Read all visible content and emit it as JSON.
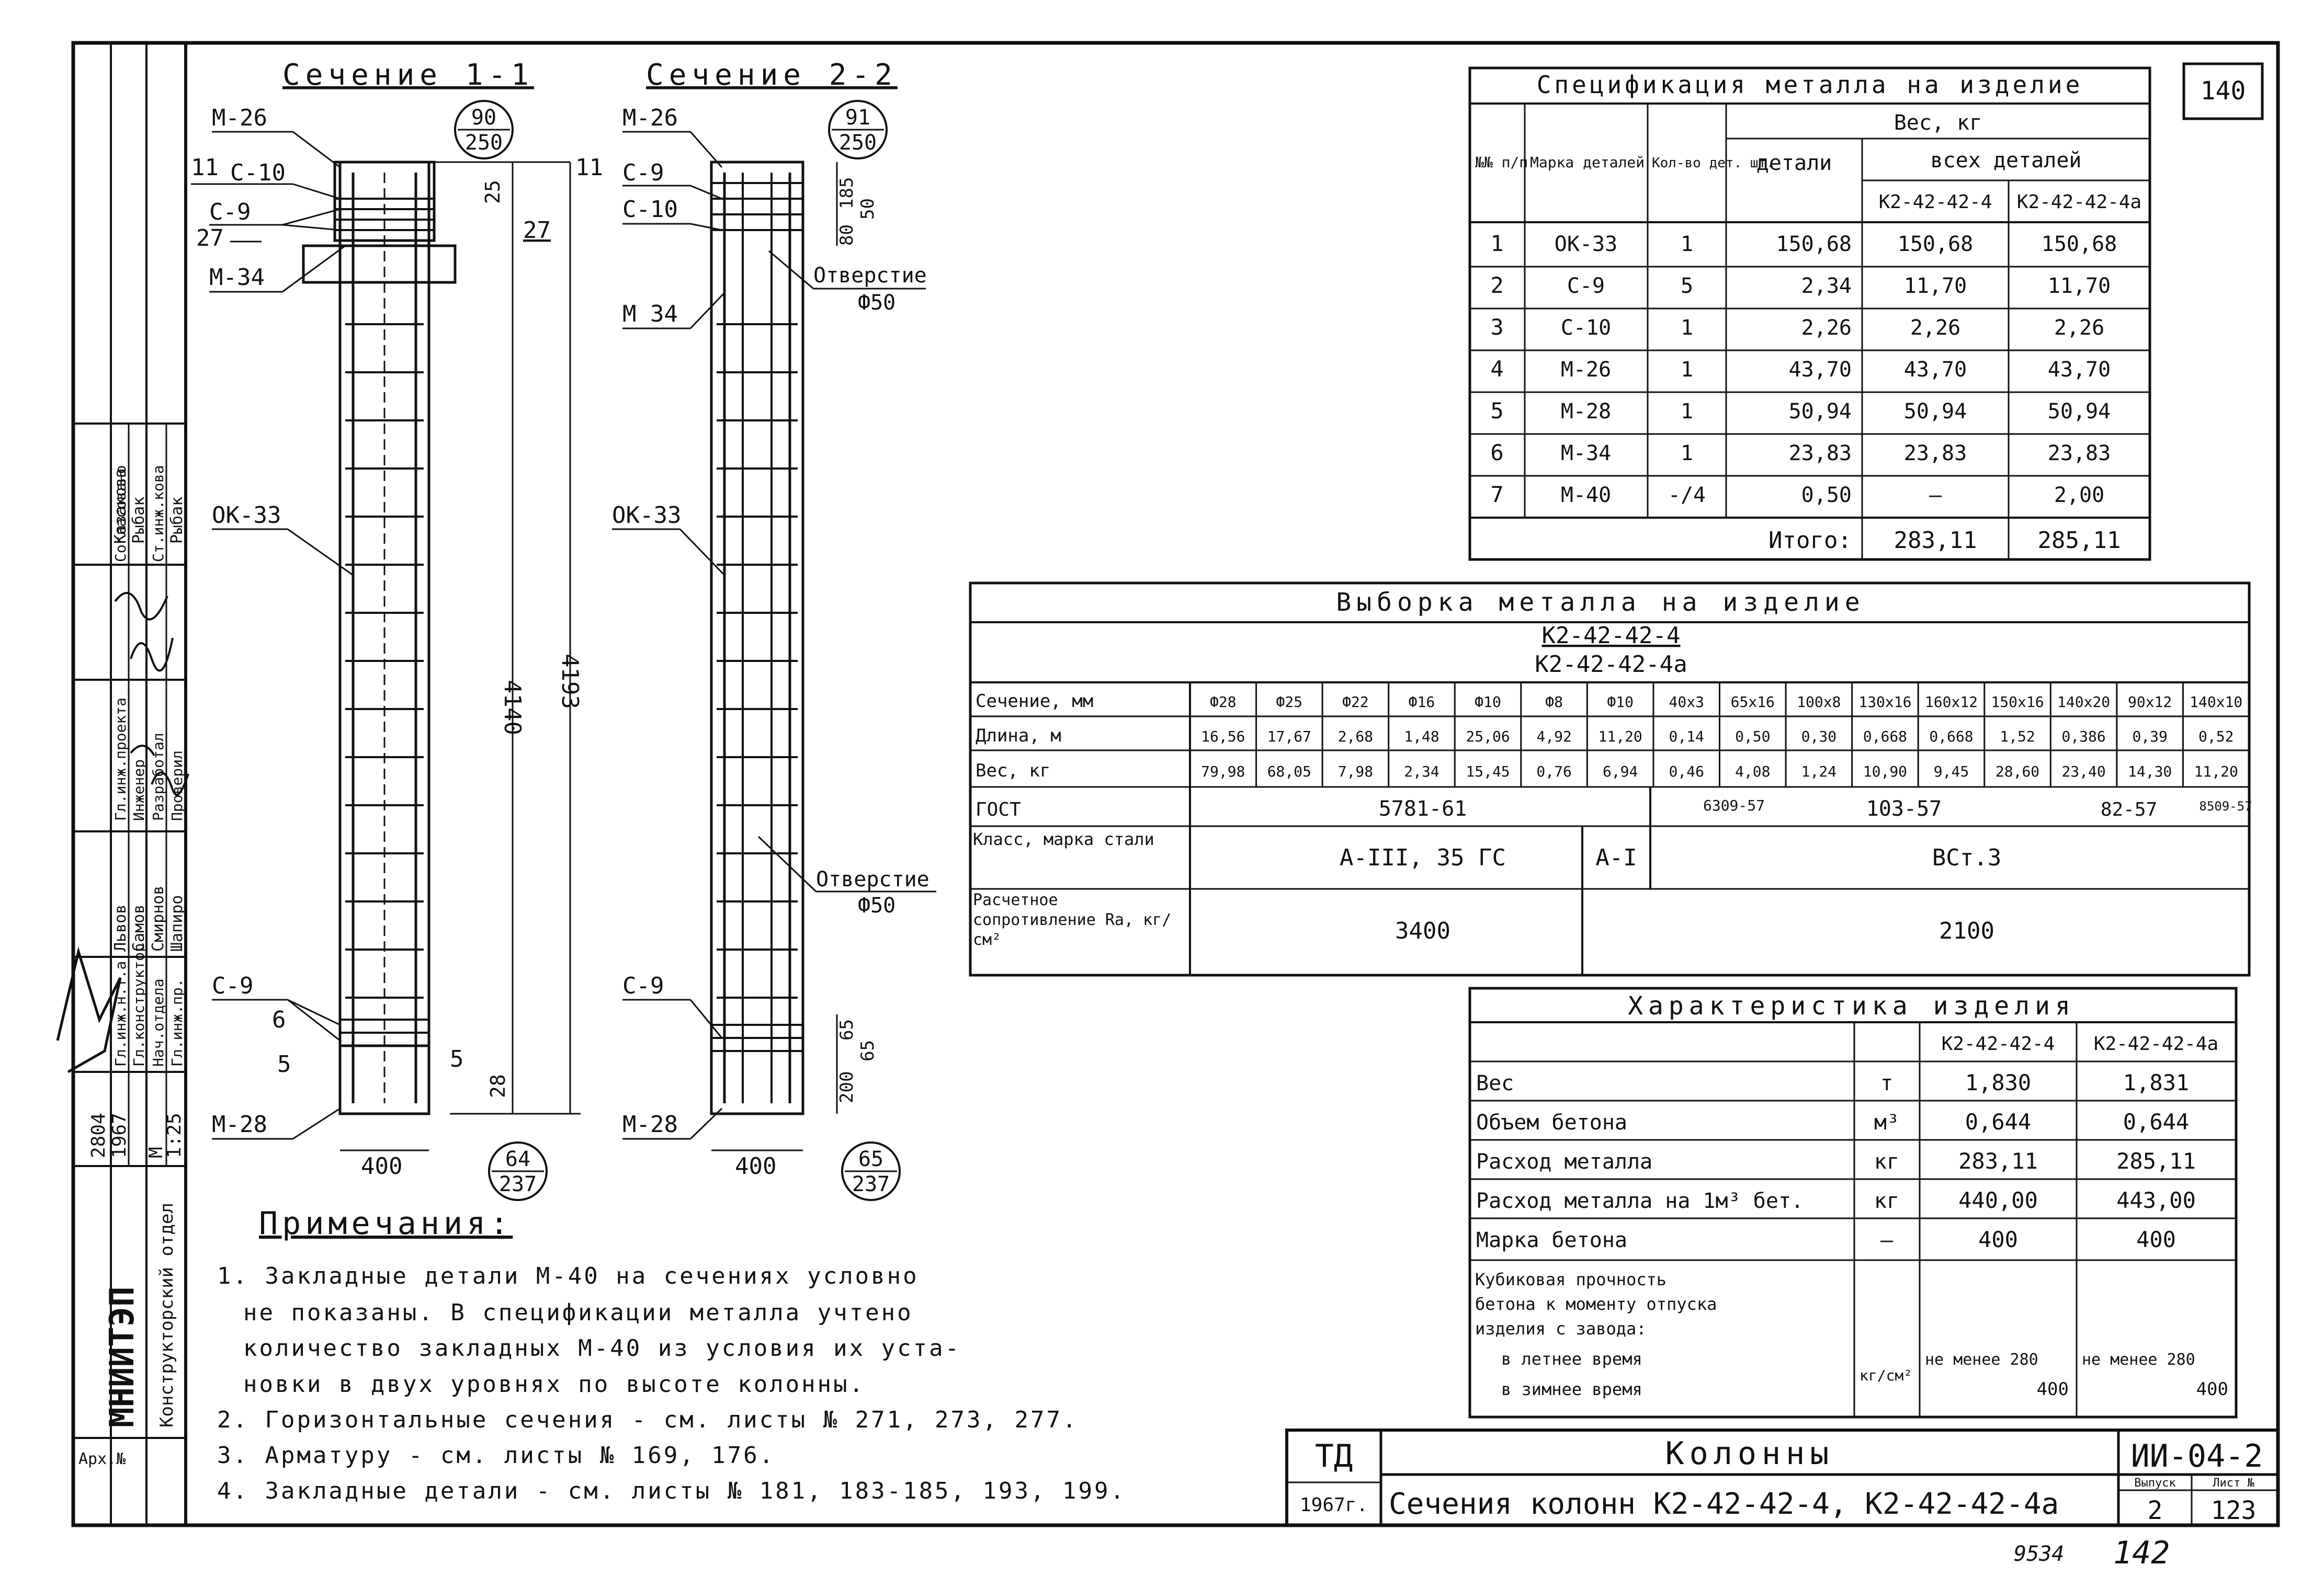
{
  "sheet_number": "140",
  "section1": {
    "title": "Сечение 1-1",
    "labels": {
      "m26": "М-26",
      "c10": "С-10",
      "c9": "С-9",
      "n27": "27",
      "m34": "М-34",
      "ok33": "ОК-33",
      "m28": "М-28",
      "n6": "6",
      "n5a": "5",
      "n5b": "5",
      "n11a": "11",
      "n11b": "11"
    },
    "circle_top": {
      "num": "90",
      "den": "250"
    },
    "circle_bottom": {
      "num": "64",
      "den": "237"
    },
    "dims": {
      "d25": "25",
      "d27": "27",
      "d4140": "4140",
      "d4193": "4193",
      "d28": "28",
      "d400": "400"
    }
  },
  "section2": {
    "title": "Сечение 2-2",
    "labels": {
      "m26": "М-26",
      "c9": "С-9",
      "c10": "С-10",
      "m34": "М 34",
      "ok33": "ОК-33",
      "c9b": "С-9",
      "m28": "М-28"
    },
    "circle_top": {
      "num": "91",
      "den": "250"
    },
    "circle_bottom": {
      "num": "65",
      "den": "237"
    },
    "dims": {
      "d185": "185",
      "d50": "50",
      "d80": "80",
      "d65a": "65",
      "d65b": "65",
      "d200": "200",
      "d400": "400"
    },
    "hole_top": {
      "label": "Отверстие",
      "size": "Ф50"
    },
    "hole_mid": {
      "label": "Отверстие",
      "size": "Ф50"
    }
  },
  "spec": {
    "title": "Спецификация металла на изделие",
    "headers": {
      "nn": "№№ п/п",
      "mark": "Марка деталей",
      "qty": "Кол-во дет. шт.",
      "weight": "Вес, кг",
      "detail": "детали",
      "all": "всех деталей",
      "k1": "К2-42-42-4",
      "k2": "К2-42-42-4а"
    },
    "rows": [
      {
        "n": "1",
        "mark": "ОК-33",
        "qty": "1",
        "w": "150,68",
        "w1": "150,68",
        "w2": "150,68"
      },
      {
        "n": "2",
        "mark": "С-9",
        "qty": "5",
        "w": "2,34",
        "w1": "11,70",
        "w2": "11,70"
      },
      {
        "n": "3",
        "mark": "С-10",
        "qty": "1",
        "w": "2,26",
        "w1": "2,26",
        "w2": "2,26"
      },
      {
        "n": "4",
        "mark": "М-26",
        "qty": "1",
        "w": "43,70",
        "w1": "43,70",
        "w2": "43,70"
      },
      {
        "n": "5",
        "mark": "М-28",
        "qty": "1",
        "w": "50,94",
        "w1": "50,94",
        "w2": "50,94"
      },
      {
        "n": "6",
        "mark": "М-34",
        "qty": "1",
        "w": "23,83",
        "w1": "23,83",
        "w2": "23,83"
      },
      {
        "n": "7",
        "mark": "М-40",
        "qty": "-/4",
        "w": "0,50",
        "w1": "—",
        "w2": "2,00"
      }
    ],
    "total_label": "Итого:",
    "total1": "283,11",
    "total2": "285,11"
  },
  "vyborka": {
    "title": "Выборка металла на изделие",
    "product1": "К2-42-42-4",
    "product2": "К2-42-42-4а",
    "row_labels": {
      "section": "Сечение, мм",
      "length": "Длина, м",
      "weight": "Вес, кг",
      "gost": "ГОСТ",
      "klass": "Класс, марка стали",
      "resist": "Расчетное сопротивление Rа, кг/см²"
    },
    "sections": [
      "Ф28",
      "Ф25",
      "Ф22",
      "Ф16",
      "Ф10",
      "Ф8",
      "Ф10",
      "40х3",
      "65х16",
      "100х8",
      "130х16",
      "160х12",
      "150х16",
      "140х20",
      "90х12",
      "140х10"
    ],
    "lengths": [
      "16,56",
      "17,67",
      "2,68",
      "1,48",
      "25,06",
      "4,92",
      "11,20",
      "0,14",
      "0,50",
      "0,30",
      "0,668",
      "0,668",
      "1,52",
      "0,386",
      "0,39",
      "0,52"
    ],
    "weights": [
      "79,98",
      "68,05",
      "7,98",
      "2,34",
      "15,45",
      "0,76",
      "6,94",
      "0,46",
      "4,08",
      "1,24",
      "10,90",
      "9,45",
      "28,60",
      "23,40",
      "14,30",
      "11,20"
    ],
    "gost": {
      "g1": "5781-61",
      "g2": "6309-57",
      "g3": "103-57",
      "g4": "82-57",
      "g5": "8509-57"
    },
    "klass": {
      "k1": "А-III, 35 ГС",
      "k2": "А-I",
      "k3": "ВСт.3"
    },
    "resist": {
      "r1": "3400",
      "r2": "2100"
    }
  },
  "char": {
    "title": "Характеристика изделия",
    "col1": "К2-42-42-4",
    "col2": "К2-42-42-4а",
    "rows": [
      {
        "label": "Вес",
        "unit": "т",
        "v1": "1,830",
        "v2": "1,831"
      },
      {
        "label": "Объем бетона",
        "unit": "м³",
        "v1": "0,644",
        "v2": "0,644"
      },
      {
        "label": "Расход металла",
        "unit": "кг",
        "v1": "283,11",
        "v2": "285,11"
      },
      {
        "label": "Расход металла на 1м³ бет.",
        "unit": "кг",
        "v1": "440,00",
        "v2": "443,00"
      },
      {
        "label": "Марка бетона",
        "unit": "—",
        "v1": "400",
        "v2": "400"
      }
    ],
    "cube": {
      "l1": "Кубиковая прочность",
      "l2": "бетона к моменту отпуска",
      "l3": "изделия с завода:",
      "l4": "в летнее время",
      "l5": "в зимнее время",
      "unit": "кг/см²",
      "summer1": "не менее 280",
      "winter1": "400",
      "summer2": "не менее 280",
      "winter2": "400"
    }
  },
  "notes": {
    "title": "Примечания:",
    "lines": [
      "1. Закладные детали М-40 на сечениях условно",
      "не показаны. В спецификации металла учтено",
      "количество закладных М-40 из условия их уста-",
      "новки в двух уровнях по высоте колонны.",
      "2. Горизонтальные сечения - см. листы № 271, 273, 277.",
      "3. Арматуру - см. листы № 169, 176.",
      "4. Закладные детали - см. листы № 181, 183-185, 193, 199."
    ]
  },
  "titleblock": {
    "td": "ТД",
    "year": "1967г.",
    "name": "Колонны",
    "subtitle": "Сечения колонн К2-42-42-4, К2-42-42-4а",
    "code": "ИИ-04-2",
    "vyp_label": "Выпуск",
    "list_label": "Лист №",
    "vyp": "2",
    "list": "123",
    "foot1": "9534",
    "foot2": "142"
  },
  "side": {
    "org": "МНИИТЭП",
    "dept": "Конструкторский отдел",
    "num": "2804",
    "year": "1967",
    "scale_label": "М",
    "scale": "1:25",
    "arch": "Арх.№",
    "agreed": "Согласовано",
    "kazakova": "Казакова",
    "rybak1": "Рыбак",
    "stroikova": "Ст.инж.кова",
    "rybak2": "Рыбак",
    "roles": [
      "Гл.инж.н.т.а",
      "Гл.конструктор",
      "Нач.отдела",
      "Гл.инж.пр.",
      "Гл.инж.проекта",
      "Инженер",
      "Разработал",
      "Проверил"
    ],
    "names": [
      "Львов",
      "Самов",
      "Смирнов",
      "Шапиро"
    ]
  }
}
